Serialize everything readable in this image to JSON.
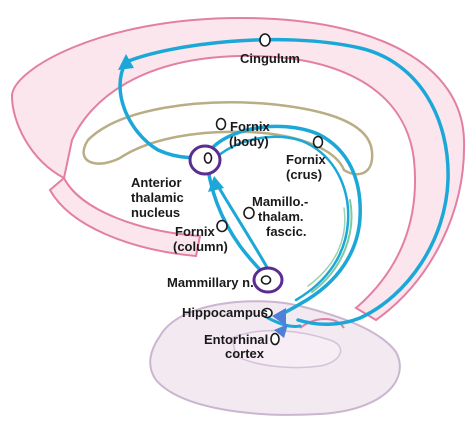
{
  "labels": {
    "cingulum": "Cingulum",
    "fornix_body_1": "Fornix",
    "fornix_body_2": "(body)",
    "fornix_crus_1": "Fornix",
    "fornix_crus_2": "(crus)",
    "anterior_1": "Anterior",
    "anterior_2": "thalamic",
    "anterior_3": "nucleus",
    "mamthal_1": "Mamillo.-",
    "mamthal_2": "thalam.",
    "mamthal_3": "fascic.",
    "fornix_col_1": "Fornix",
    "fornix_col_2": "(column)",
    "mammillary": "Mammillary n.",
    "hippocampus": "Hippocampus",
    "entorhinal_1": "Entorhinal",
    "entorhinal_2": "cortex"
  },
  "colors": {
    "pathway": "#1ba8d8",
    "nucleus": "#5a2d91",
    "cortex_outline": "#e37fa4",
    "cortex_fill": "#fbe6ee",
    "callosum": "#b8ad84",
    "temporal_fill": "#f3e9f1",
    "temporal_outline": "#cab6d0",
    "arrow_accent": "#4f7fd6"
  }
}
